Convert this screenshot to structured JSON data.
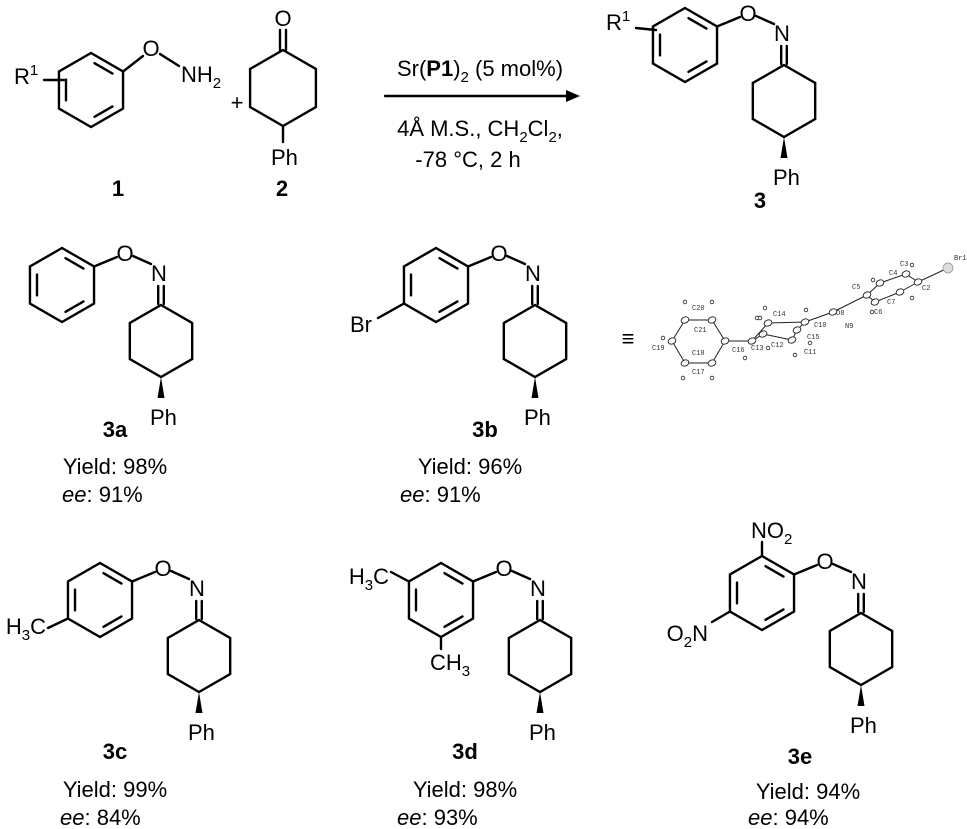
{
  "scheme": {
    "reactant1": {
      "r_label": "R",
      "r_sup": "1",
      "o": "O",
      "nh": "NH",
      "nh_sub": "2",
      "number": "1"
    },
    "plus": "+",
    "reactant2": {
      "o": "O",
      "ph": "Ph",
      "number": "2"
    },
    "conditions": {
      "catalyst_pre": "Sr(",
      "catalyst_bold": "P1",
      "catalyst_post": ")",
      "catalyst_sub": "2",
      "catalyst_load": " (5 mol%)",
      "line2_pre": "4Å M.S., CH",
      "line2_sub1": "2",
      "line2_mid": "Cl",
      "line2_sub2": "2",
      "line2_post": ",",
      "line3": "-78 °C, 2 h"
    },
    "product": {
      "r_label": "R",
      "r_sup": "1",
      "o": "O",
      "n": "N",
      "ph": "Ph",
      "number": "3"
    }
  },
  "equivalence_symbol": "≡",
  "products": [
    {
      "id": "3a",
      "o": "O",
      "n": "N",
      "ph": "Ph",
      "yield_label": "Yield: ",
      "yield": "98%",
      "ee_label": "ee",
      "ee": ": 91%"
    },
    {
      "id": "3b",
      "o": "O",
      "n": "N",
      "ph": "Ph",
      "yield_label": "Yield: ",
      "yield": "96%",
      "ee_label": "ee",
      "ee": ": 91%",
      "sub1": "Br"
    },
    {
      "id": "3c",
      "o": "O",
      "n": "N",
      "ph": "Ph",
      "yield_label": "Yield: ",
      "yield": "99%",
      "ee_label": "ee",
      "ee": ": 84%",
      "sub1_a": "H",
      "sub1_b": "3",
      "sub1_c": "C"
    },
    {
      "id": "3d",
      "o": "O",
      "n": "N",
      "ph": "Ph",
      "yield_label": "Yield: ",
      "yield": "98%",
      "ee_label": "ee",
      "ee": ": 93%",
      "sub1_a": "H",
      "sub1_b": "3",
      "sub1_c": "C",
      "sub2_a": "CH",
      "sub2_b": "3"
    },
    {
      "id": "3e",
      "o": "O",
      "n": "N",
      "ph": "Ph",
      "yield_label": "Yield: ",
      "yield": "94%",
      "ee_label": "ee",
      "ee": ": 94%",
      "sub1_a": "NO",
      "sub1_b": "2",
      "sub2_a": "O",
      "sub2_b": "2",
      "sub2_c": "N"
    }
  ],
  "crystal_structure": {
    "atom_labels": [
      "Br1",
      "C2",
      "C3",
      "C4",
      "C5",
      "C6",
      "C7",
      "O8",
      "N9",
      "C10",
      "C11",
      "C12",
      "C13",
      "C14",
      "C15",
      "C16",
      "C17",
      "C18",
      "C19",
      "C20",
      "C21"
    ]
  }
}
